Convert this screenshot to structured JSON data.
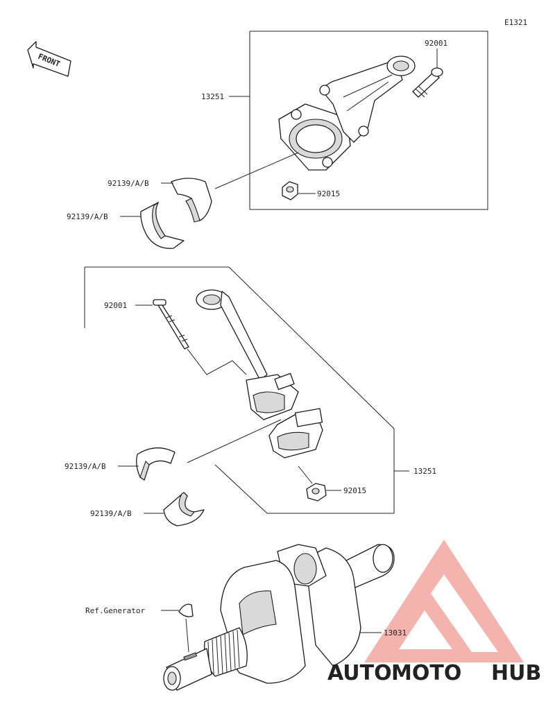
{
  "diagram_code": "E1321",
  "front_label": "FRONT",
  "labels": {
    "top_rod_assembly": "13251",
    "top_bolt": "92001",
    "top_nut": "92015",
    "top_bearing_upper": "92139/A/B",
    "top_bearing_lower": "92139/A/B",
    "bottom_bolt": "92001",
    "bottom_bearing_upper": "92139/A/B",
    "bottom_bearing_lower": "92139/A/B",
    "bottom_nut": "92015",
    "bottom_rod_assembly": "13251",
    "crankshaft": "13031",
    "generator_ref": "Ref.Generator"
  },
  "watermark": {
    "part1": "AUTO",
    "part2": "MOTO",
    "part3": "HUB",
    "color_primary": "#f4a6a0",
    "color_secondary": "#f7c48a",
    "color_dark": "#555555"
  }
}
